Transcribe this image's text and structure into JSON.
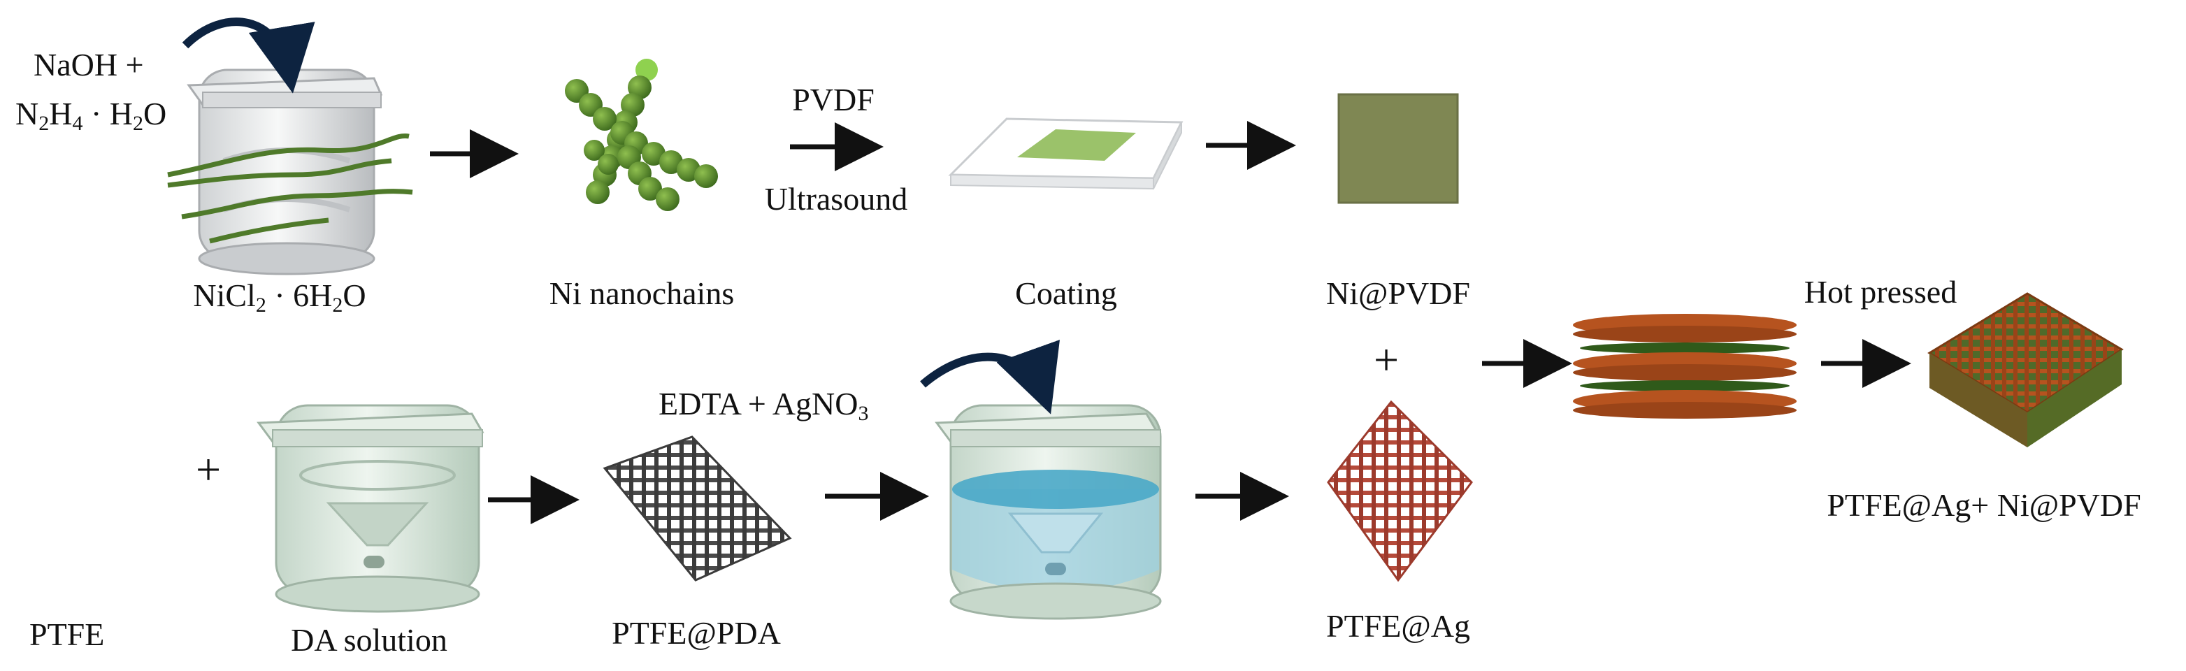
{
  "top_row": {
    "reagent_line1": "NaOH +",
    "reagent_line2": {
      "a": "N",
      "b": "2",
      "c": "H",
      "d": "4",
      "e": " · H",
      "f": "2",
      "g": "O"
    },
    "precursor": {
      "a": "NiCl",
      "b": "2",
      "c": " · 6H",
      "d": "2",
      "e": "O"
    },
    "product_1": "Ni nanochains",
    "step_above": "PVDF",
    "step_below": "Ultrasound",
    "product_2": "Coating",
    "product_3": "Ni@PVDF"
  },
  "bottom_row": {
    "start": "PTFE",
    "solution": "DA solution",
    "product_1": "PTFE@PDA",
    "reagent": {
      "a": "EDTA + AgNO",
      "b": "3"
    },
    "product_2": "PTFE@Ag"
  },
  "final": {
    "step": "Hot pressed",
    "product": "PTFE@Ag+ Ni@PVDF"
  },
  "symbols": {
    "plus": "+"
  },
  "colors": {
    "nickel_green": "#4f7a2a",
    "film_olive": "#7f8753",
    "mesh_gray": "#4a4a4a",
    "mesh_red": "#b54a3a",
    "solution_blue": "#4aa9c8",
    "stack_orange": "#b6531f"
  }
}
